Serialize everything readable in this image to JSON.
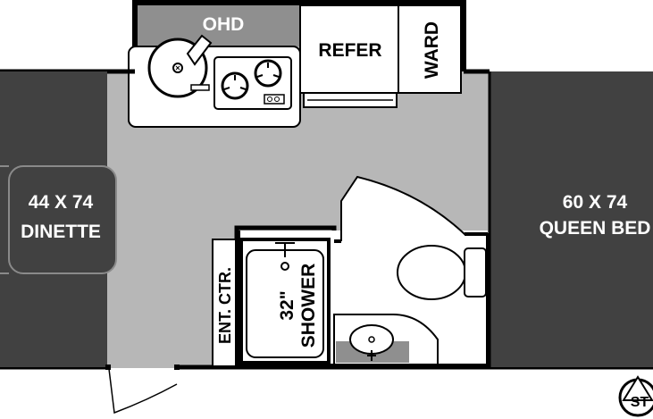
{
  "floorplan": {
    "ohd": "OHD",
    "refer": "REFER",
    "ward": "WARD",
    "dinette": {
      "line1": "44 X 74",
      "line2": "DINETTE"
    },
    "bed": {
      "line1": "60 X 74",
      "line2": "QUEEN BED"
    },
    "shower": {
      "line1": "32\"",
      "line2": "SHOWER"
    },
    "ent_ctr": "ENT. CTR.",
    "stairs": "ST"
  },
  "colors": {
    "floor": "#b7b7b7",
    "dark": "#414141",
    "wall": "#000000",
    "white": "#ffffff",
    "ohd_gray": "#8f8f8f"
  }
}
